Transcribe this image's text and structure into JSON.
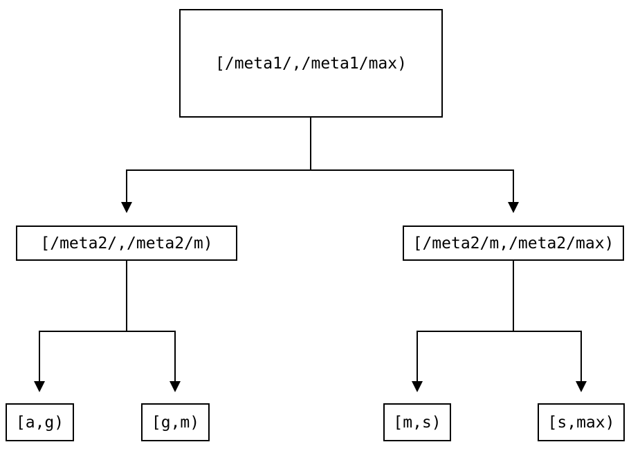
{
  "diagram": {
    "type": "tree",
    "colors": {
      "background": "#ffffff",
      "line": "#000000",
      "text": "#000000",
      "node_fill": "#ffffff"
    },
    "nodes": {
      "root": {
        "label": "[/meta1/,/meta1/max)"
      },
      "left": {
        "label": "[/meta2/,/meta2/m)"
      },
      "right": {
        "label": "[/meta2/m,/meta2/max)"
      },
      "leaf_ag": {
        "label": "[a,g)"
      },
      "leaf_gm": {
        "label": "[g,m)"
      },
      "leaf_ms": {
        "label": "[m,s)"
      },
      "leaf_smax": {
        "label": "[s,max)"
      }
    },
    "edges": [
      {
        "from": "root",
        "to": "left",
        "arrow": "down"
      },
      {
        "from": "root",
        "to": "right",
        "arrow": "down"
      },
      {
        "from": "left",
        "to": "leaf_ag",
        "arrow": "down"
      },
      {
        "from": "left",
        "to": "leaf_gm",
        "arrow": "down"
      },
      {
        "from": "right",
        "to": "leaf_ms",
        "arrow": "down"
      },
      {
        "from": "right",
        "to": "leaf_smax",
        "arrow": "down"
      }
    ]
  }
}
